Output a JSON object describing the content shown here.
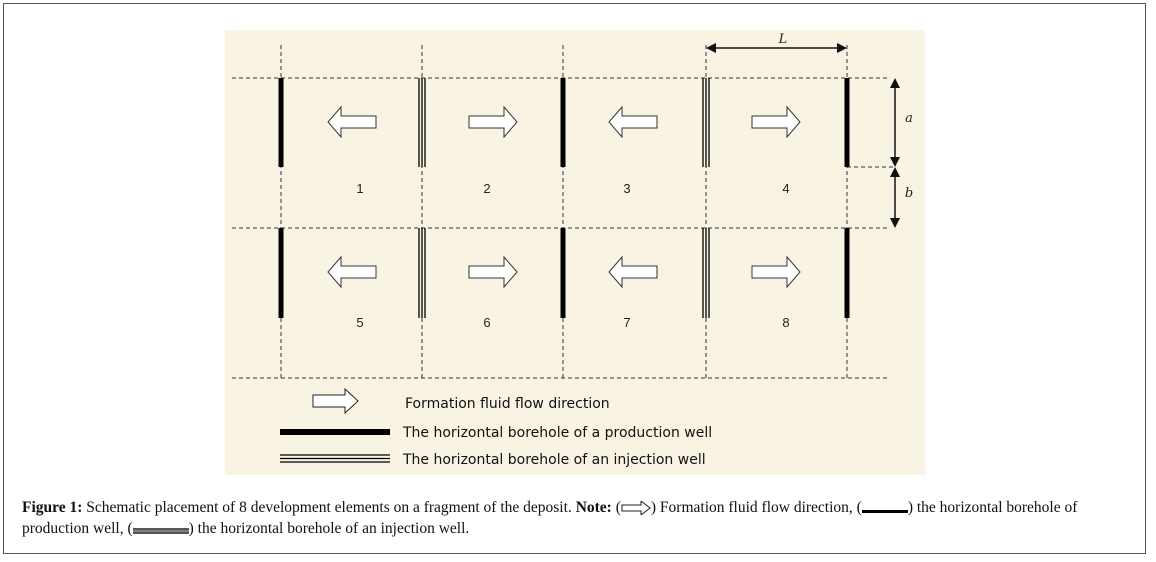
{
  "figure": {
    "background": "#f8f3e3",
    "elements": [
      "1",
      "2",
      "3",
      "4",
      "5",
      "6",
      "7",
      "8"
    ],
    "dimension_labels": {
      "L": "L",
      "a": "a",
      "b": "b"
    },
    "legend": [
      {
        "icon": "flow-arrow-icon",
        "label": "Formation fluid flow direction"
      },
      {
        "icon": "production-well-line-icon",
        "label": "The horizontal borehole of a production well"
      },
      {
        "icon": "injection-well-line-icon",
        "label": "The horizontal borehole of an injection well"
      }
    ]
  },
  "caption": {
    "label": "Figure 1:",
    "text": " Schematic placement of 8 development elements on a fragment of the deposit. ",
    "note_label": "Note:",
    "note_1": ") Formation fluid flow direction, (",
    "note_2": ") the horizontal borehole of production well, (",
    "note_3": ") the horizontal borehole of an injection well."
  }
}
